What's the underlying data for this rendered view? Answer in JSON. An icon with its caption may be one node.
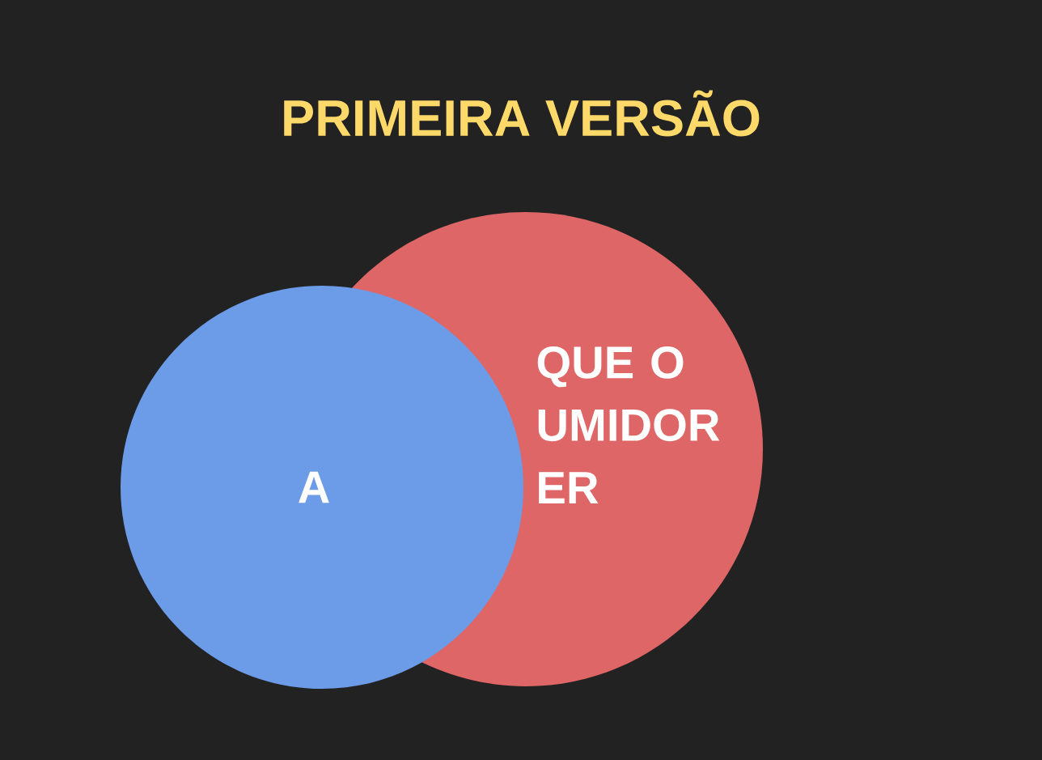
{
  "diagram": {
    "title": "PRIMEIRA VERSÃO",
    "nodes": [
      {
        "text": [
          "QUE O UMIDOR ER"
        ]
      },
      {
        "text": [
          "A"
        ]
      }
    ]
  }
}
